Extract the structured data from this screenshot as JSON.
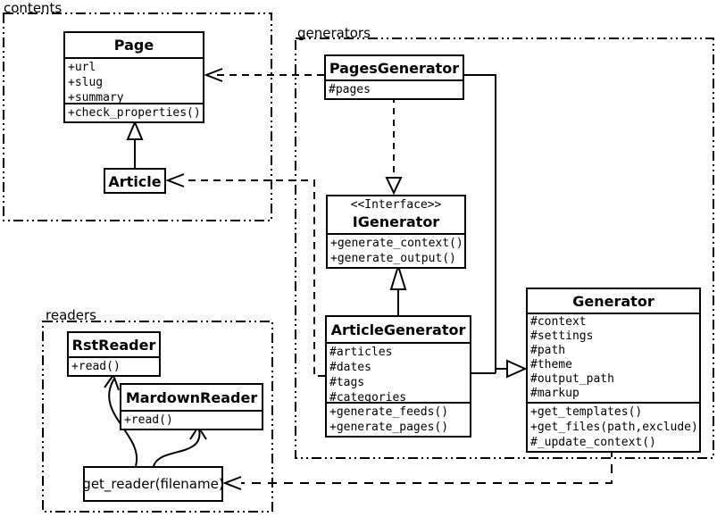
{
  "diagram_type": "uml-class-diagram",
  "colors": {
    "line": "#000000",
    "background": "#ffffff",
    "text": "#000000"
  },
  "packages": {
    "contents": {
      "label": "contents"
    },
    "generators": {
      "label": "generators"
    },
    "readers": {
      "label": "readers"
    }
  },
  "classes": {
    "page": {
      "title": "Page",
      "attrs": [
        "+url",
        "+slug",
        "+summary"
      ],
      "methods": [
        "+check_properties()"
      ]
    },
    "article": {
      "title": "Article"
    },
    "pages_generator": {
      "title": "PagesGenerator",
      "attrs": [
        "#pages"
      ]
    },
    "igenerator": {
      "stereotype": "<<Interface>>",
      "title": "IGenerator",
      "methods": [
        "+generate_context()",
        "+generate_output()"
      ]
    },
    "article_generator": {
      "title": "ArticleGenerator",
      "attrs": [
        "#articles",
        "#dates",
        "#tags",
        "#categories"
      ],
      "methods": [
        "+generate_feeds()",
        "+generate_pages()"
      ]
    },
    "generator": {
      "title": "Generator",
      "attrs": [
        "#context",
        "#settings",
        "#path",
        "#theme",
        "#output_path",
        "#markup"
      ],
      "methods": [
        "+get_templates()",
        "+get_files(path,exclude)",
        "#_update_context()"
      ]
    },
    "rst_reader": {
      "title": "RstReader",
      "methods": [
        "+read()"
      ]
    },
    "mardown_reader": {
      "title": "MardownReader",
      "methods": [
        "+read()"
      ]
    },
    "get_reader": {
      "label": "get_reader(filename)"
    }
  }
}
